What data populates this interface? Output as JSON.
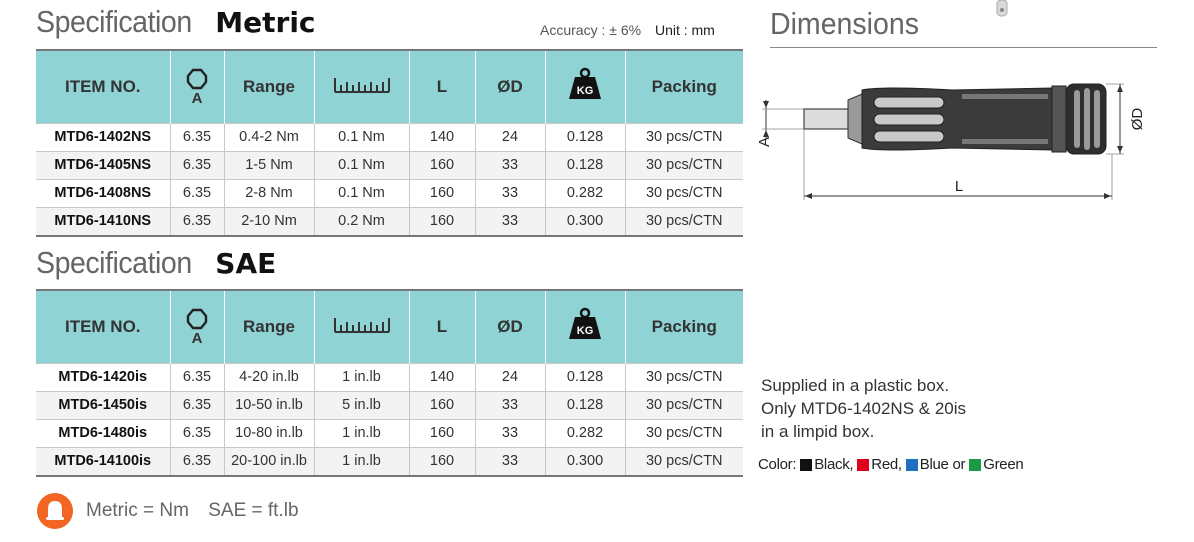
{
  "metric": {
    "title": "Specification",
    "unit": "Metric",
    "accuracy": "Accuracy : ± 6%",
    "unit_label": "Unit : mm",
    "headers": {
      "item": "ITEM NO.",
      "hex_sub": "A",
      "range": "Range",
      "l": "L",
      "od": "ØD",
      "kg": "KG",
      "packing": "Packing"
    },
    "rows": [
      {
        "item": "MTD6-1402NS",
        "a": "6.35",
        "range": "0.4-2 Nm",
        "scale": "0.1  Nm",
        "l": "140",
        "od": "24",
        "weight": "0.128",
        "packing": "30 pcs/CTN"
      },
      {
        "item": "MTD6-1405NS",
        "a": "6.35",
        "range": "1-5 Nm",
        "scale": "0.1  Nm",
        "l": "160",
        "od": "33",
        "weight": "0.128",
        "packing": "30 pcs/CTN"
      },
      {
        "item": "MTD6-1408NS",
        "a": "6.35",
        "range": "2-8 Nm",
        "scale": "0.1  Nm",
        "l": "160",
        "od": "33",
        "weight": "0.282",
        "packing": "30 pcs/CTN"
      },
      {
        "item": "MTD6-1410NS",
        "a": "6.35",
        "range": "2-10 Nm",
        "scale": "0.2  Nm",
        "l": "160",
        "od": "33",
        "weight": "0.300",
        "packing": "30 pcs/CTN"
      }
    ]
  },
  "sae": {
    "title": "Specification",
    "unit": "SAE",
    "headers": {
      "item": "ITEM NO.",
      "hex_sub": "A",
      "range": "Range",
      "l": "L",
      "od": "ØD",
      "kg": "KG",
      "packing": "Packing"
    },
    "rows": [
      {
        "item": "MTD6-1420is",
        "a": "6.35",
        "range": "4-20 in.lb",
        "scale": "1 in.lb",
        "l": "140",
        "od": "24",
        "weight": "0.128",
        "packing": "30 pcs/CTN"
      },
      {
        "item": "MTD6-1450is",
        "a": "6.35",
        "range": "10-50 in.lb",
        "scale": "5 in.lb",
        "l": "160",
        "od": "33",
        "weight": "0.128",
        "packing": "30 pcs/CTN"
      },
      {
        "item": "MTD6-1480is",
        "a": "6.35",
        "range": "10-80 in.lb",
        "scale": "1 in.lb",
        "l": "160",
        "od": "33",
        "weight": "0.282",
        "packing": "30 pcs/CTN"
      },
      {
        "item": "MTD6-14100is",
        "a": "6.35",
        "range": "20-100 in.lb",
        "scale": "1 in.lb",
        "l": "160",
        "od": "33",
        "weight": "0.300",
        "packing": "30 pcs/CTN"
      }
    ]
  },
  "dimensions": {
    "title": "Dimensions",
    "label_a": "A",
    "label_od": "ØD",
    "label_l": "L"
  },
  "notes": {
    "line1": "Supplied in a plastic box.",
    "line2": "Only MTD6-1402NS & 20is",
    "line3": "in a limpid box."
  },
  "colors": {
    "label": "Color:",
    "options": [
      {
        "name": "Black,",
        "hex": "#111111"
      },
      {
        "name": "Red,",
        "hex": "#e0001b"
      },
      {
        "name": "Blue or",
        "hex": "#1f6fbf"
      },
      {
        "name": "Green",
        "hex": "#1a9a45"
      }
    ]
  },
  "legend": {
    "icon": "bell-icon",
    "icon_color": "#f26522",
    "metric_text": "Metric = Nm",
    "sae_text": "SAE = ft.lb"
  },
  "accent_color": "#8fd3d5"
}
